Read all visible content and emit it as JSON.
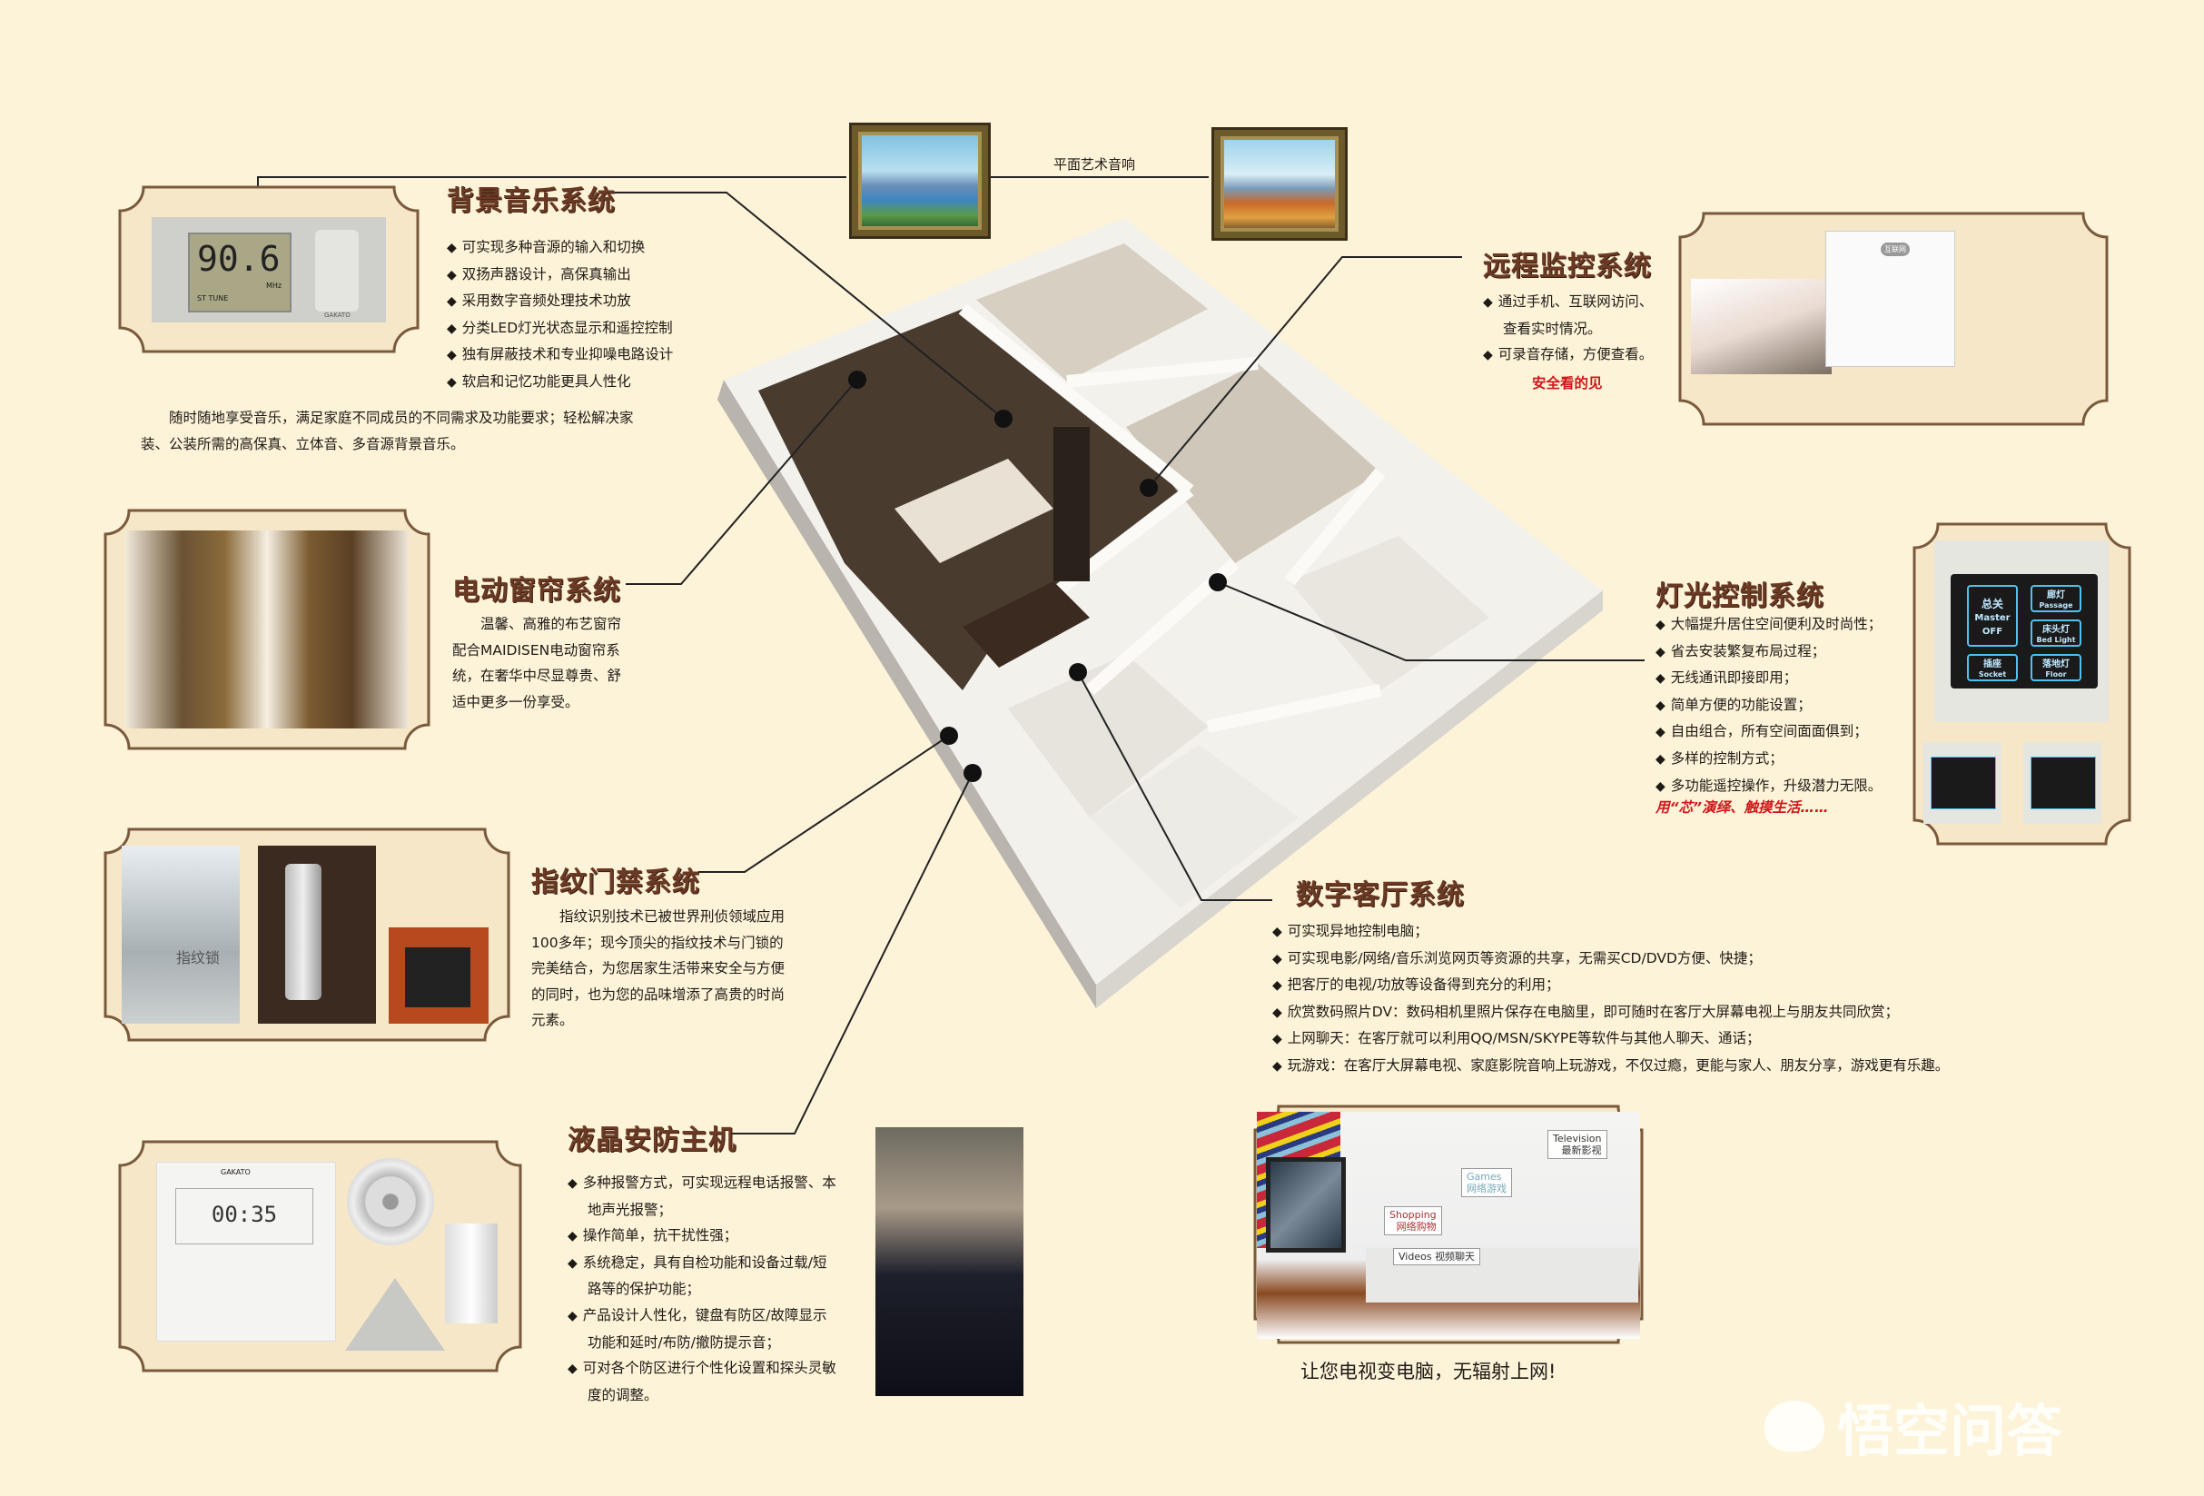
{
  "art_speaker_label": "平面艺术音响",
  "music": {
    "title": "背景音乐系统",
    "bullets": [
      "可实现多种音源的输入和切换",
      "双扬声器设计，高保真输出",
      "采用数字音频处理技术功放",
      "分类LED灯光状态显示和遥控控制",
      "独有屏蔽技术和专业抑噪电路设计",
      "软启和记忆功能更具人性化"
    ],
    "desc": "随时随地享受音乐，满足家庭不同成员的不同需求及功能要求；轻松解决家装、公装所需的高保真、立体音、多音源背景音乐。",
    "device": {
      "display": "90.6",
      "unit": "MHz",
      "mode": "ST TUNE",
      "brand": "GAKATO"
    }
  },
  "remote": {
    "title": "远程监控系统",
    "bullets": [
      "通过手机、互联网访问、查看实时情况。",
      "可录音存储，方便查看。"
    ],
    "tagline": "安全看的见",
    "cloud_label": "互联网"
  },
  "curtain": {
    "title": "电动窗帘系统",
    "desc": "温馨、高雅的布艺窗帘配合MAIDISEN电动窗帘系统，在奢华中尽显尊贵、舒适中更多一份享受。"
  },
  "lighting": {
    "title": "灯光控制系统",
    "bullets": [
      "大幅提升居住空间便利及时尚性；",
      "省去安装繁复布局过程；",
      "无线通讯即接即用；",
      "简单方便的功能设置；",
      "自由组合，所有空间面面俱到；",
      "多样的控制方式；",
      "多功能遥控操作，升级潜力无限。"
    ],
    "tagline": "用“芯”演绎、触摸生活……",
    "panel": [
      {
        "cn": "总关",
        "en": "Master OFF"
      },
      {
        "cn": "廊灯",
        "en": "Passage"
      },
      {
        "cn": "床头灯",
        "en": "Bed Light"
      },
      {
        "cn": "插座",
        "en": "Socket"
      },
      {
        "cn": "落地灯",
        "en": "Floor"
      }
    ]
  },
  "fingerprint": {
    "title": "指纹门禁系统",
    "desc": "指纹识别技术已被世界刑侦领域应用100多年；现今顶尖的指纹技术与门锁的完美结合，为您居家生活带来安全与方便的同时，也为您的品味增添了高贵的时尚元素。",
    "sign": "指纹锁"
  },
  "digital": {
    "title": "数字客厅系统",
    "bullets": [
      "可实现异地控制电脑；",
      "可实现电影/网络/音乐浏览网页等资源的共享，无需买CD/DVD方便、快捷；",
      "把客厅的电视/功放等设备得到充分的利用；",
      "欣赏数码照片DV：数码相机里照片保存在电脑里，即可随时在客厅大屏幕电视上与朋友共同欣赏；",
      "上网聊天：在客厅就可以利用QQ/MSN/SKYPE等软件与其他人聊天、通话；",
      "玩游戏：在客厅大屏幕电视、家庭影院音响上玩游戏，不仅过瘾，更能与家人、朋友分享，游戏更有乐趣。"
    ]
  },
  "security": {
    "title": "液晶安防主机",
    "bullets": [
      "多种报警方式，可实现远程电话报警、本地声光报警；",
      "操作简单，抗干扰性强；",
      "系统稳定，具有自检功能和设备过载/短路等的保护功能；",
      "产品设计人性化，键盘有防区/故障显示功能和延时/布防/撤防提示音；",
      "可对各个防区进行个性化设置和探头灵敏度的调整。"
    ],
    "device": {
      "time": "00:35",
      "brand": "GAKATO"
    }
  },
  "tv": {
    "caption": "让您电视变电脑，无辐射上网!",
    "tags": [
      {
        "en": "Television",
        "cn": "最新影视"
      },
      {
        "en": "Games",
        "cn": "网络游戏"
      },
      {
        "en": "Shopping",
        "cn": "网络购物"
      },
      {
        "en": "Videos",
        "cn": "视频聊天"
      }
    ]
  },
  "watermark": "悟空问答"
}
